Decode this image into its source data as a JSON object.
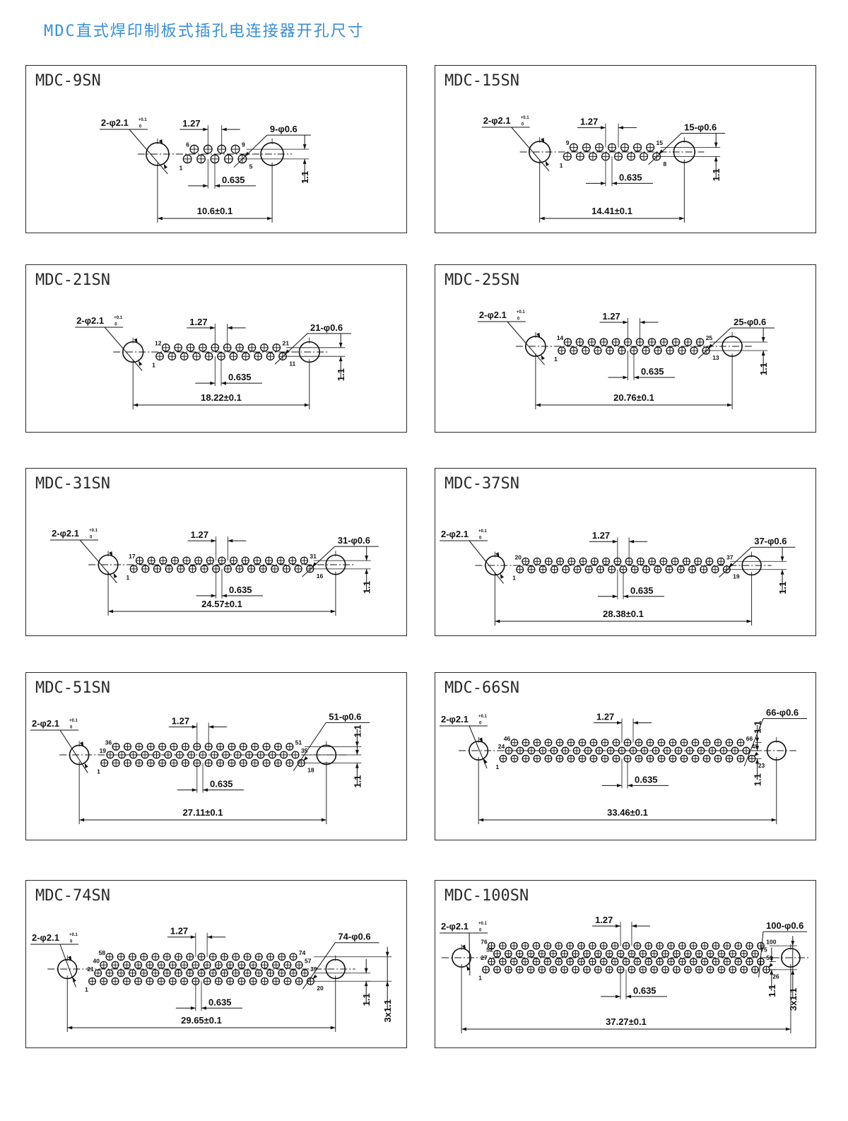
{
  "page": {
    "title": "MDC直式焊印制板式插孔电连接器开孔尺寸",
    "title_color": "#3a8fd4"
  },
  "common": {
    "mount_holes": "2-φ2.1",
    "tol_upper": "+0.1",
    "tol_lower": "0",
    "pitch": "1.27",
    "offset": "0.635",
    "row_spacing": "1.1"
  },
  "panels": [
    {
      "model": "MDC-9SN",
      "rows": [
        5,
        4
      ],
      "row_labels": [
        [
          "1",
          "5"
        ],
        [
          "6",
          "9"
        ]
      ],
      "holes": "9-φ0.6",
      "distance": "10.6±0.1",
      "distance_mm": 10.6,
      "row_dims": 1
    },
    {
      "model": "MDC-15SN",
      "rows": [
        8,
        7
      ],
      "row_labels": [
        [
          "1",
          "8"
        ],
        [
          "9",
          "15"
        ]
      ],
      "holes": "15-φ0.6",
      "distance": "14.41±0.1",
      "distance_mm": 14.41,
      "row_dims": 1
    },
    {
      "model": "MDC-21SN",
      "rows": [
        11,
        10
      ],
      "row_labels": [
        [
          "1",
          "11"
        ],
        [
          "12",
          "21"
        ]
      ],
      "holes": "21-φ0.6",
      "distance": "18.22±0.1",
      "distance_mm": 18.22,
      "row_dims": 1
    },
    {
      "model": "MDC-25SN",
      "rows": [
        13,
        12
      ],
      "row_labels": [
        [
          "1",
          "13"
        ],
        [
          "14",
          "25"
        ]
      ],
      "holes": "25-φ0.6",
      "distance": "20.76±0.1",
      "distance_mm": 20.76,
      "row_dims": 1
    },
    {
      "model": "MDC-31SN",
      "rows": [
        16,
        15
      ],
      "row_labels": [
        [
          "1",
          "16"
        ],
        [
          "17",
          "31"
        ]
      ],
      "holes": "31-φ0.6",
      "distance": "24.57±0.1",
      "distance_mm": 24.57,
      "row_dims": 1
    },
    {
      "model": "MDC-37SN",
      "rows": [
        19,
        18
      ],
      "row_labels": [
        [
          "1",
          "19"
        ],
        [
          "20",
          "37"
        ]
      ],
      "holes": "37-φ0.6",
      "distance": "28.38±0.1",
      "distance_mm": 28.38,
      "row_dims": 1
    },
    {
      "model": "MDC-51SN",
      "rows": [
        18,
        17,
        16
      ],
      "row_labels": [
        [
          "1",
          "18"
        ],
        [
          "19",
          "35"
        ],
        [
          "36",
          "51"
        ]
      ],
      "holes": "51-φ0.6",
      "distance": "27.11±0.1",
      "distance_mm": 27.11,
      "row_dims": 2
    },
    {
      "model": "MDC-66SN",
      "rows": [
        23,
        22,
        21
      ],
      "row_labels": [
        [
          "1",
          "23"
        ],
        [
          "24",
          "45"
        ],
        [
          "46",
          "66"
        ]
      ],
      "holes": "66-φ0.6",
      "distance": "33.46±0.1",
      "distance_mm": 33.46,
      "row_dims": 2
    },
    {
      "model": "MDC-74SN",
      "rows": [
        20,
        19,
        18,
        17
      ],
      "row_labels": [
        [
          "1",
          "20"
        ],
        [
          "21",
          "39"
        ],
        [
          "40",
          "57"
        ],
        [
          "58",
          "74"
        ]
      ],
      "holes": "74-φ0.6",
      "distance": "29.65±0.1",
      "distance_mm": 29.65,
      "row_dims": 1,
      "total_spacing": "3x1.1"
    },
    {
      "model": "MDC-100SN",
      "rows": [
        26,
        25,
        24,
        25
      ],
      "row_labels": [
        [
          "1",
          "26"
        ],
        [
          "27",
          "51"
        ],
        [
          "52",
          "75"
        ],
        [
          "76",
          "100"
        ]
      ],
      "holes": "100-φ0.6",
      "distance": "37.27±0.1",
      "distance_mm": 37.27,
      "row_dims": 1,
      "total_spacing": "3x1.1"
    }
  ]
}
